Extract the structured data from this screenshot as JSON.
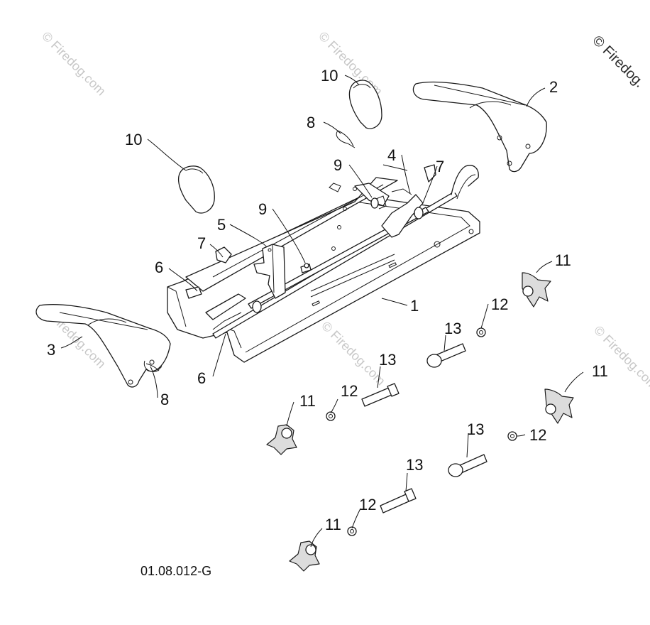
{
  "drawing_code": "01.08.012-G",
  "watermark_text": "© Firedog.com",
  "corner_watermark_text": "© Firedog.",
  "callouts": {
    "c1": "1",
    "c2": "2",
    "c3": "3",
    "c4": "4",
    "c5": "5",
    "c6a": "6",
    "c6b": "6",
    "c7a": "7",
    "c7b": "7",
    "c8a": "8",
    "c8b": "8",
    "c9a": "9",
    "c9b": "9",
    "c10a": "10",
    "c10b": "10",
    "c11a": "11",
    "c11b": "11",
    "c11c": "11",
    "c11d": "11",
    "c12a": "12",
    "c12b": "12",
    "c12c": "12",
    "c12d": "12",
    "c13a": "13",
    "c13b": "13",
    "c13c": "13",
    "c13d": "13"
  }
}
